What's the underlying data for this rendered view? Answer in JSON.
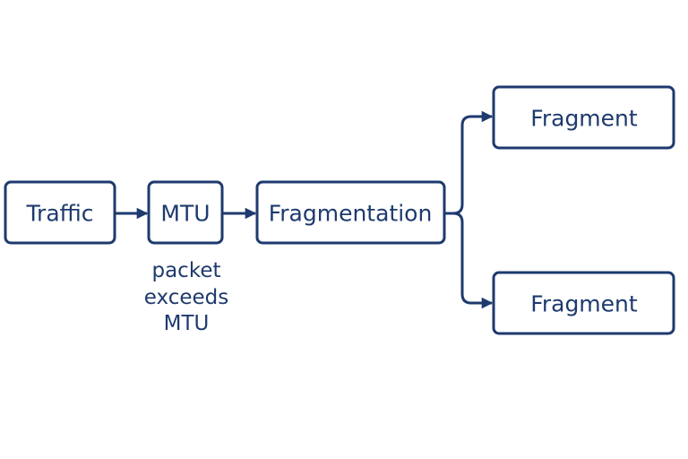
{
  "colors": {
    "stroke": "#1e3a6e",
    "text": "#1e3a6e",
    "background": "#ffffff"
  },
  "nodes": {
    "traffic": "Traffic",
    "mtu": "MTU",
    "fragmentation": "Fragmentation",
    "fragment_top": "Fragment",
    "fragment_bottom": "Fragment"
  },
  "note": {
    "line1": "packet",
    "line2": "exceeds",
    "line3": "MTU"
  }
}
